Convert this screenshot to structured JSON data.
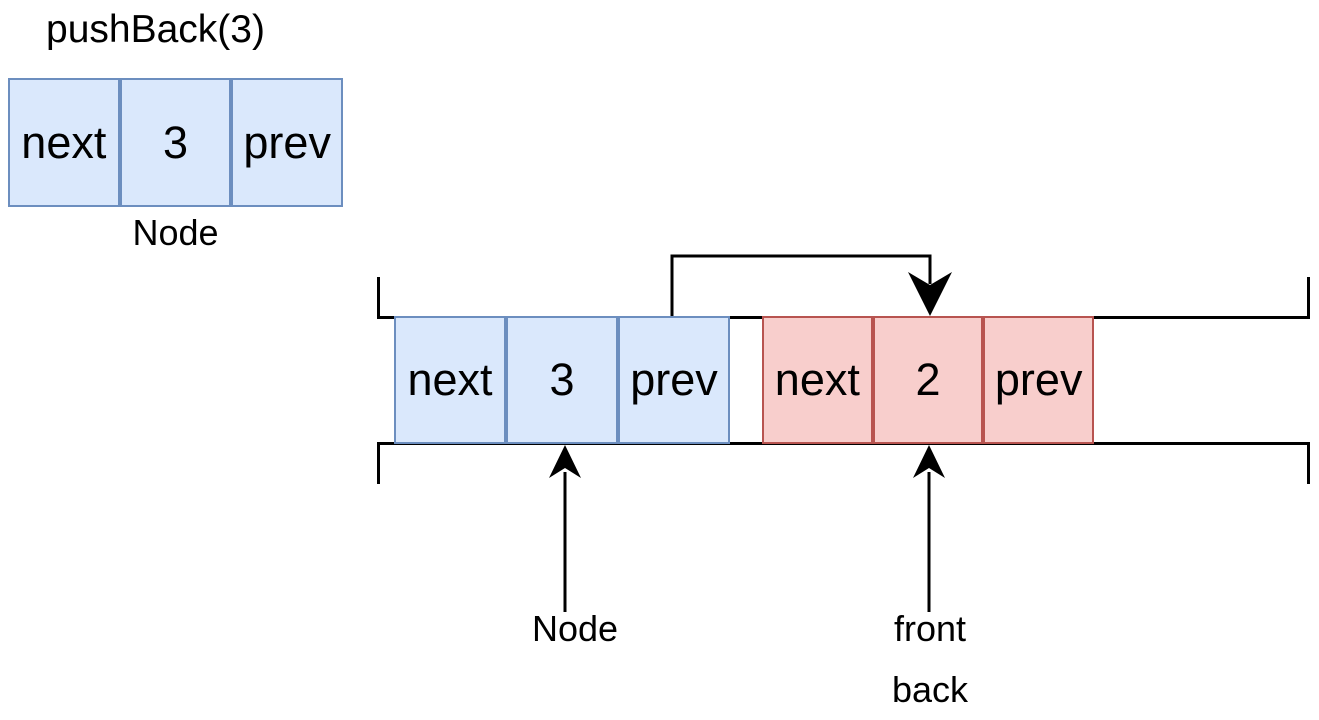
{
  "title": "pushBack(3)",
  "standalone_node": {
    "cells": {
      "next": "next",
      "value": "3",
      "prev": "prev"
    },
    "label": "Node"
  },
  "list": {
    "blue_node": {
      "cells": {
        "next": "next",
        "value": "3",
        "prev": "prev"
      }
    },
    "red_node": {
      "cells": {
        "next": "next",
        "value": "2",
        "prev": "prev"
      }
    }
  },
  "pointer_labels": {
    "node": "Node",
    "front": "front",
    "back": "back"
  },
  "colors": {
    "background": "#ffffff",
    "blue_fill": "#dae8fc",
    "blue_border": "#6c8ebf",
    "red_fill": "#f8cecc",
    "red_border": "#b85450",
    "line": "#000000",
    "text": "#000000"
  }
}
